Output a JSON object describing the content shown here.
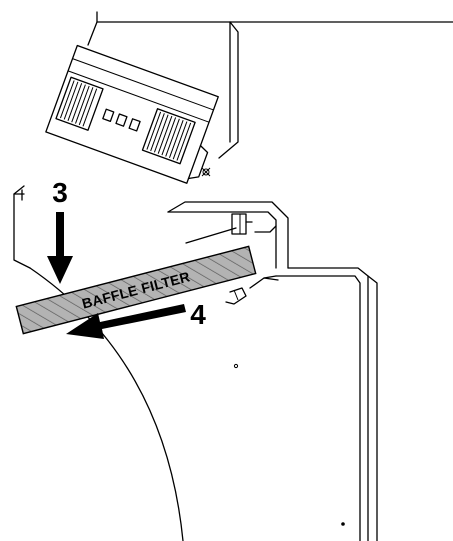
{
  "diagram": {
    "filter_label": "BAFFLE FILTER",
    "steps": [
      {
        "number": "3",
        "direction": "down"
      },
      {
        "number": "4",
        "direction": "out-left"
      }
    ],
    "colors": {
      "line": "#000000",
      "filter_fill": "#b3b3b3",
      "background": "#ffffff"
    }
  }
}
